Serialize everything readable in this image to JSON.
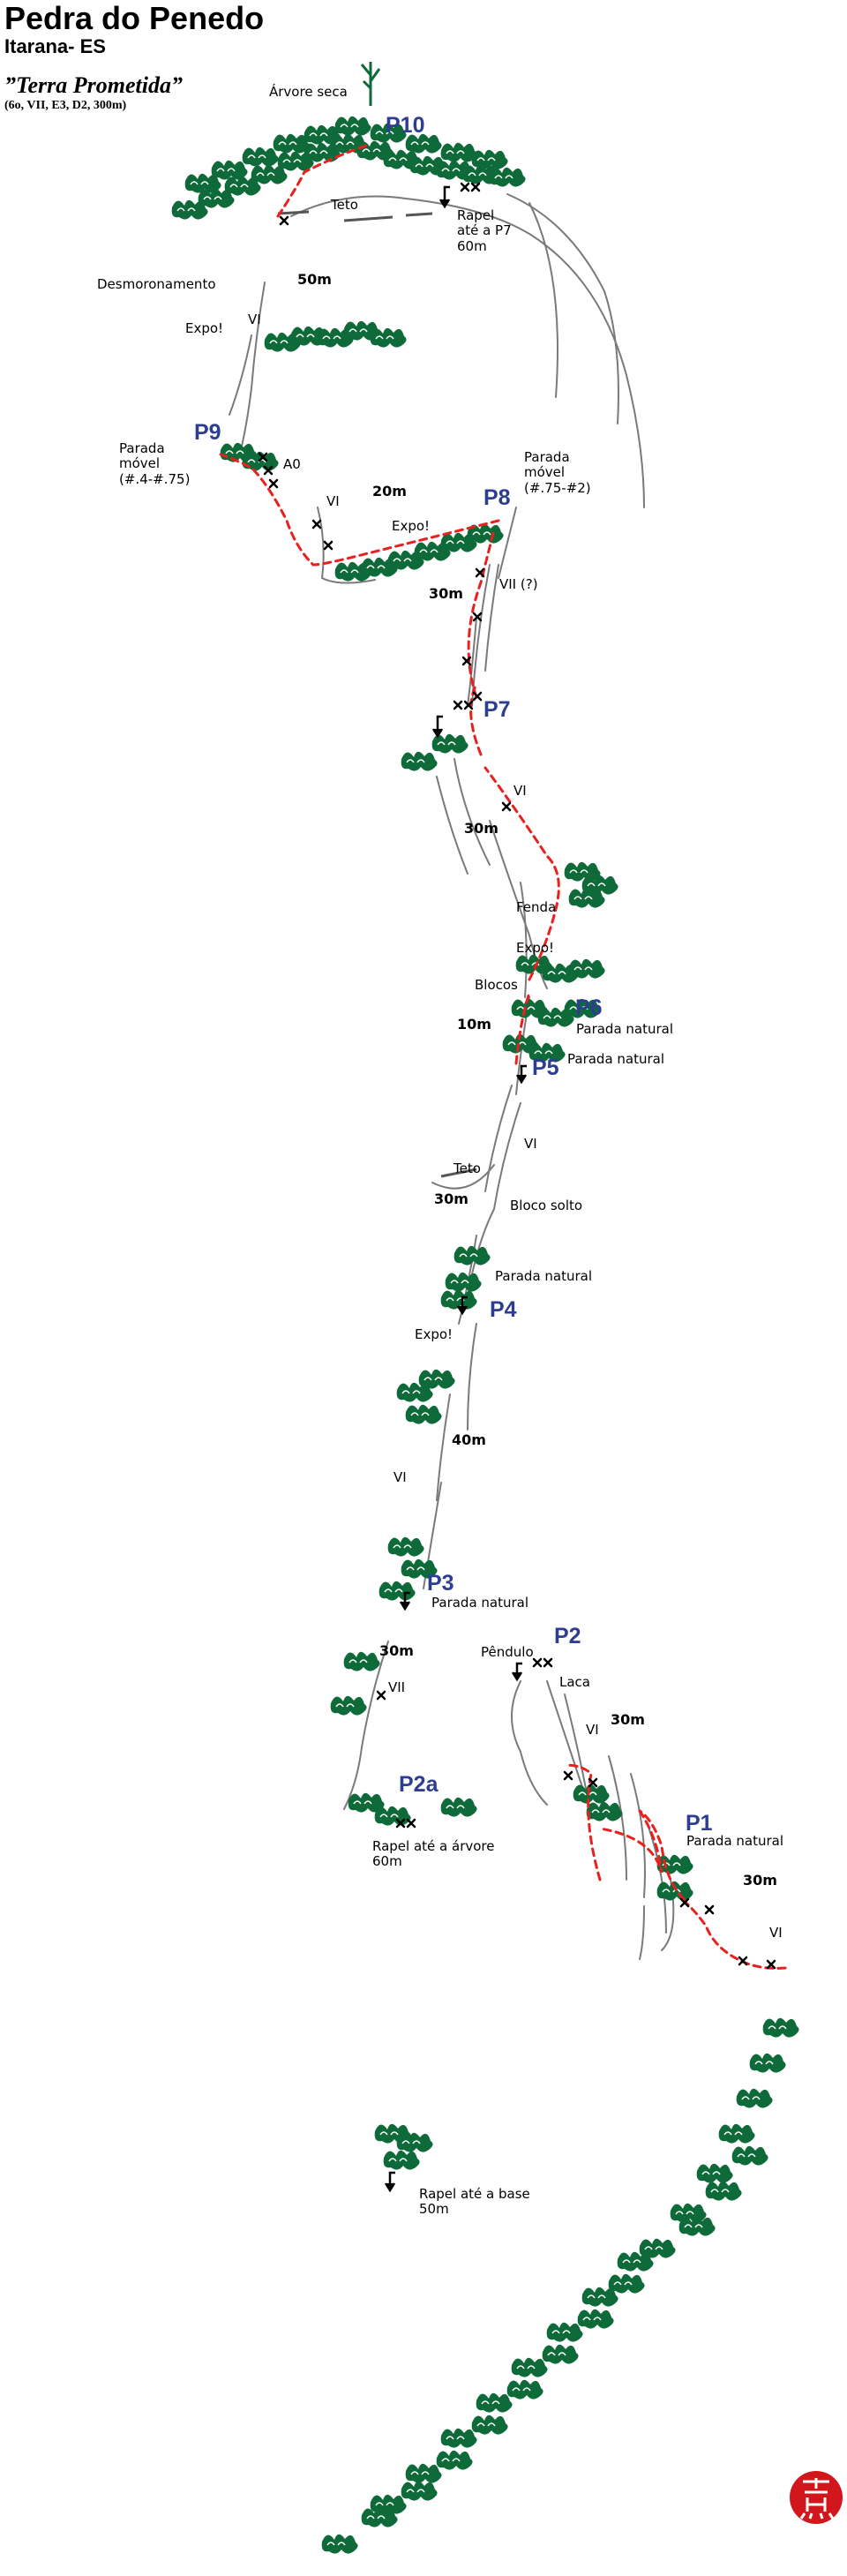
{
  "header": {
    "title": "Pedra do Penedo",
    "subtitle": "Itarana- ES",
    "route_name": "”Terra Prometida”",
    "route_grade": "(6o, VII, E3, D2, 300m)"
  },
  "pitches": {
    "p1": "P1",
    "p2": "P2",
    "p2a": "P2a",
    "p3": "P3",
    "p4": "P4",
    "p5": "P5",
    "p6": "P6",
    "p7": "P7",
    "p8": "P8",
    "p9": "P9",
    "p10": "P10"
  },
  "lengths": {
    "l_p10": "50m",
    "l_p9": "20m",
    "l_p8": "30m",
    "l_p7": "30m",
    "l_p6": "10m",
    "l_p5": "30m",
    "l_p4": "40m",
    "l_p3": "30m",
    "l_p2": "30m",
    "l_p1": "30m"
  },
  "labels": {
    "arvore_seca": "Árvore seca",
    "teto_top": "Teto",
    "rapel_p7": "Rapel\naté a P7\n60m",
    "desmoronamento": "Desmoronamento",
    "expo_1": "Expo!",
    "vi_1": "VI",
    "parada_movel_p9": "Parada\nmóvel\n(#.4-#.75)",
    "a0": "A0",
    "vi_2": "VI",
    "expo_2": "Expo!",
    "parada_movel_p8": "Parada\nmóvel\n(#.75-#2)",
    "vii_q": "VII (?)",
    "vi_3": "VI",
    "fenda": "Fenda",
    "expo_3": "Expo!",
    "blocos": "Blocos",
    "parada_natural_p6": "Parada natural",
    "parada_natural_p5": "Parada natural",
    "vi_4": "VI",
    "teto_mid": "Teto",
    "bloco_solto": "Bloco solto",
    "parada_natural_p4": "Parada natural",
    "expo_4": "Expo!",
    "vi_5": "VI",
    "parada_natural_p3": "Parada natural",
    "pendulo": "Pêndulo",
    "laca": "Laca",
    "vii_2": "VII",
    "vi_6": "VI",
    "parada_natural_p1": "Parada natural",
    "vi_7": "VI",
    "rapel_arvore": "Rapel até a árvore\n60m",
    "rapel_base": "Rapel até a base\n50m"
  },
  "colors": {
    "route_line": "#e8201e",
    "vegetation": "#0f6a3a",
    "rock": "#7a7a7a",
    "pitch_label": "#2d3e92",
    "stamp": "#d2171c"
  },
  "icons": {
    "bolt": "x-mark-icon",
    "rappel": "rappel-arrow-icon",
    "stamp": "author-seal-icon"
  }
}
